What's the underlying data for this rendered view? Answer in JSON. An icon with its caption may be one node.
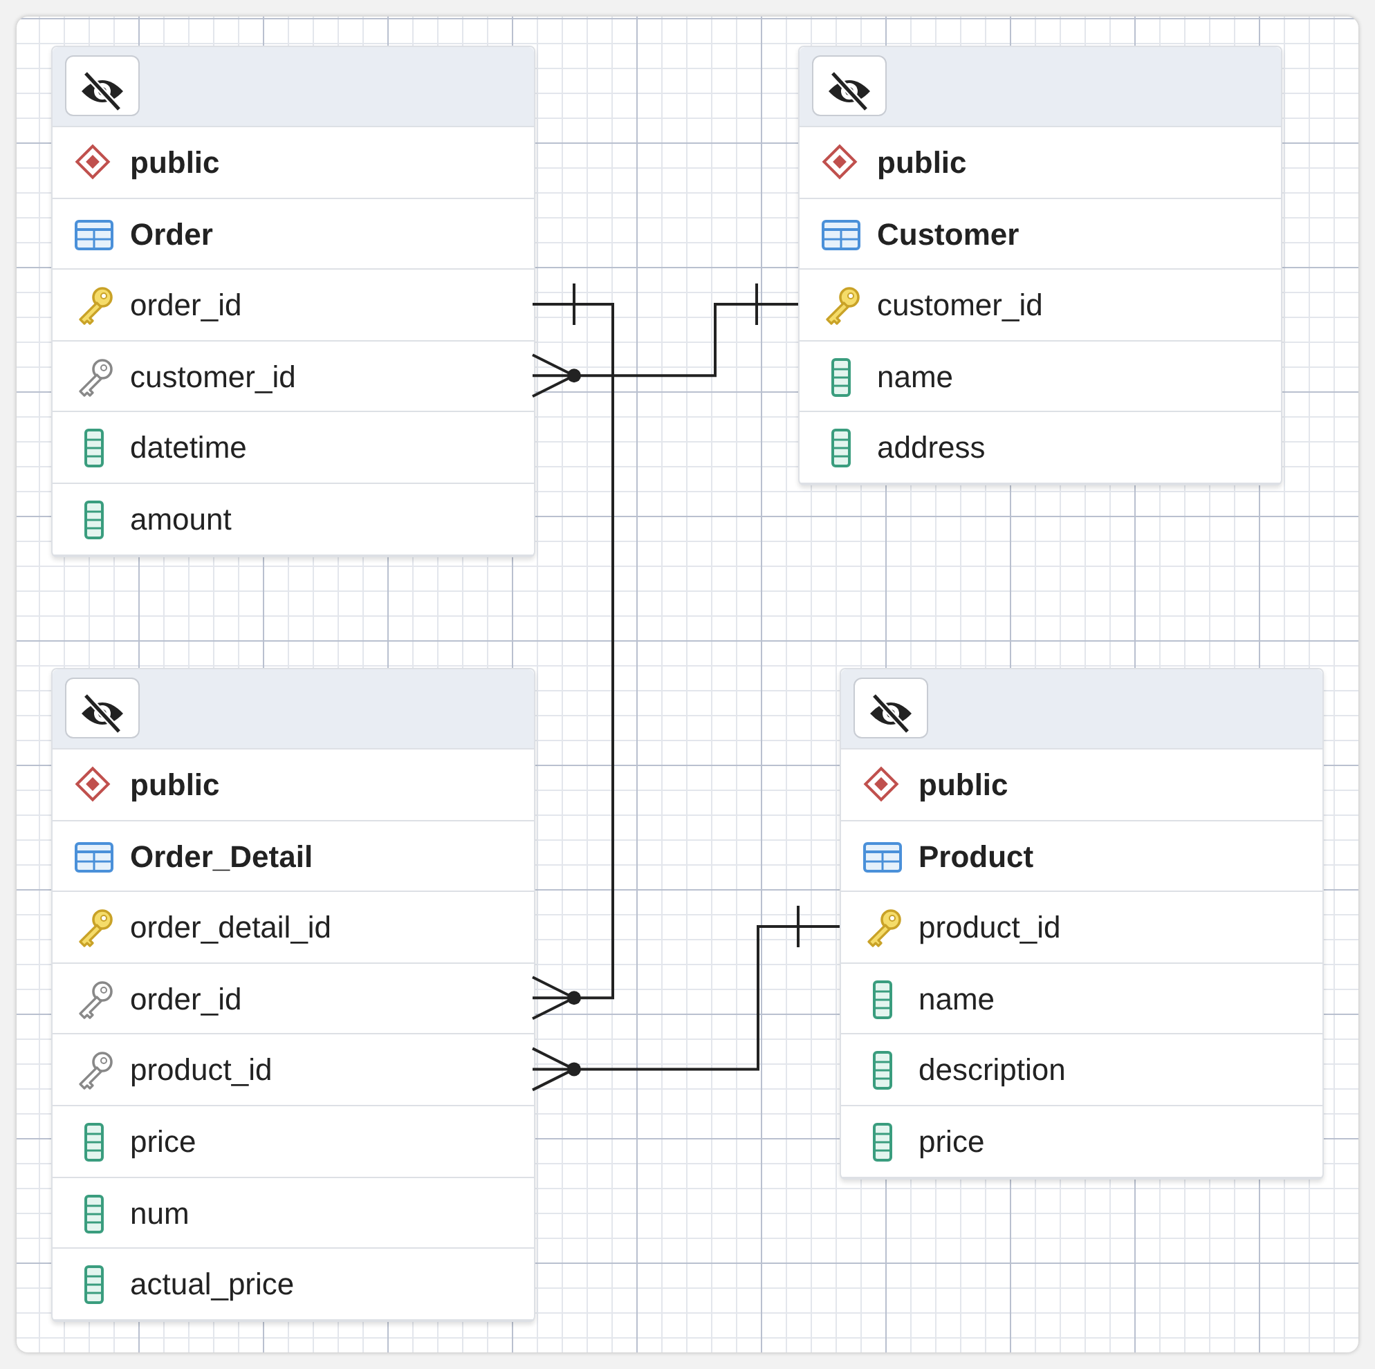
{
  "diagram": {
    "nodes": [
      {
        "text": [],
        "shape": "box"
      },
      {
        "text": [
          "public"
        ],
        "in": 0
      },
      {
        "text": [
          "Order"
        ],
        "in": 0
      },
      {
        "text": [
          "order_id"
        ],
        "in": 0
      },
      {
        "text": [
          "customer_id"
        ],
        "in": 0
      },
      {
        "text": [
          "datetime"
        ],
        "in": 0
      },
      {
        "text": [
          "amount"
        ],
        "in": 0
      },
      {
        "text": [],
        "shape": "box"
      },
      {
        "text": [
          "public"
        ],
        "in": 7
      },
      {
        "text": [
          "Customer"
        ],
        "in": 7
      },
      {
        "text": [
          "customer_id"
        ],
        "in": 7
      },
      {
        "text": [
          "name"
        ],
        "in": 7
      },
      {
        "text": [
          "address"
        ],
        "in": 7
      },
      {
        "text": [],
        "shape": "box"
      },
      {
        "text": [
          "public"
        ],
        "in": 13
      },
      {
        "text": [
          "Order_Detail"
        ],
        "in": 13
      },
      {
        "text": [
          "order_detail_id"
        ],
        "in": 13
      },
      {
        "text": [
          "order_id"
        ],
        "in": 13
      },
      {
        "text": [
          "product_id"
        ],
        "in": 13
      },
      {
        "text": [
          "price"
        ],
        "in": 13
      },
      {
        "text": [
          "num"
        ],
        "in": 13
      },
      {
        "text": [
          "actual_price"
        ],
        "in": 13
      },
      {
        "text": [],
        "shape": "box"
      },
      {
        "text": [
          "public"
        ],
        "in": 22
      },
      {
        "text": [
          "Product"
        ],
        "in": 22
      },
      {
        "text": [
          "product_id"
        ],
        "in": 22
      },
      {
        "text": [
          "name"
        ],
        "in": 22
      },
      {
        "text": [
          "description"
        ],
        "in": 22
      },
      {
        "text": [
          "price"
        ],
        "in": 22
      }
    ],
    "edges": [
      {
        "from": 4,
        "to": 10,
        "arrow": "other"
      },
      {
        "from": 17,
        "to": 3,
        "arrow": "other"
      },
      {
        "from": 18,
        "to": 25,
        "arrow": "other"
      }
    ]
  }
}
